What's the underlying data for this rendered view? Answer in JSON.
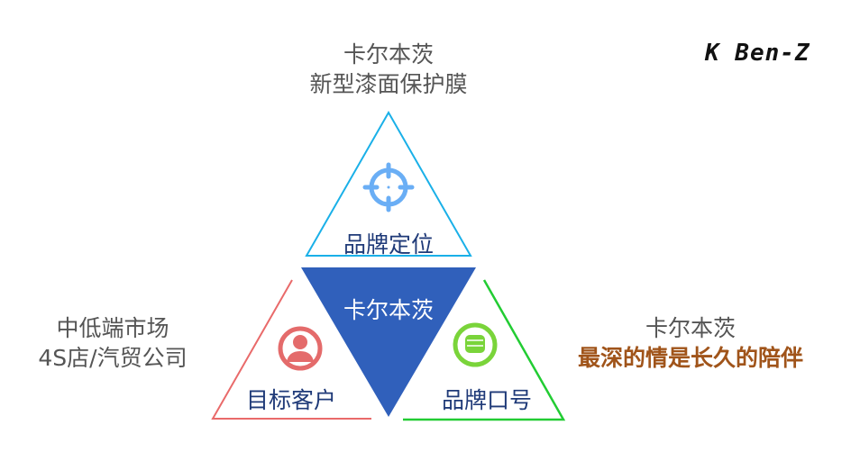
{
  "logo": "K Ben-Z",
  "top": {
    "line1": "卡尔本茨",
    "line2": "新型漆面保护膜"
  },
  "left": {
    "line1": "中低端市场",
    "line2": "4S店/汽贸公司"
  },
  "right": {
    "line1": "卡尔本茨",
    "line2": "最深的情是长久的陪伴"
  },
  "center": "卡尔本茨",
  "segments": {
    "top": "品牌定位",
    "left": "目标客户",
    "right": "品牌口号"
  },
  "colors": {
    "top": "#1ab0e8",
    "left": "#e96a6a",
    "right": "#22cc33",
    "center": "#3060bb",
    "slogan": "#a0541a"
  },
  "icons": {
    "top": "target-icon",
    "left": "user-icon",
    "right": "fist-icon"
  }
}
